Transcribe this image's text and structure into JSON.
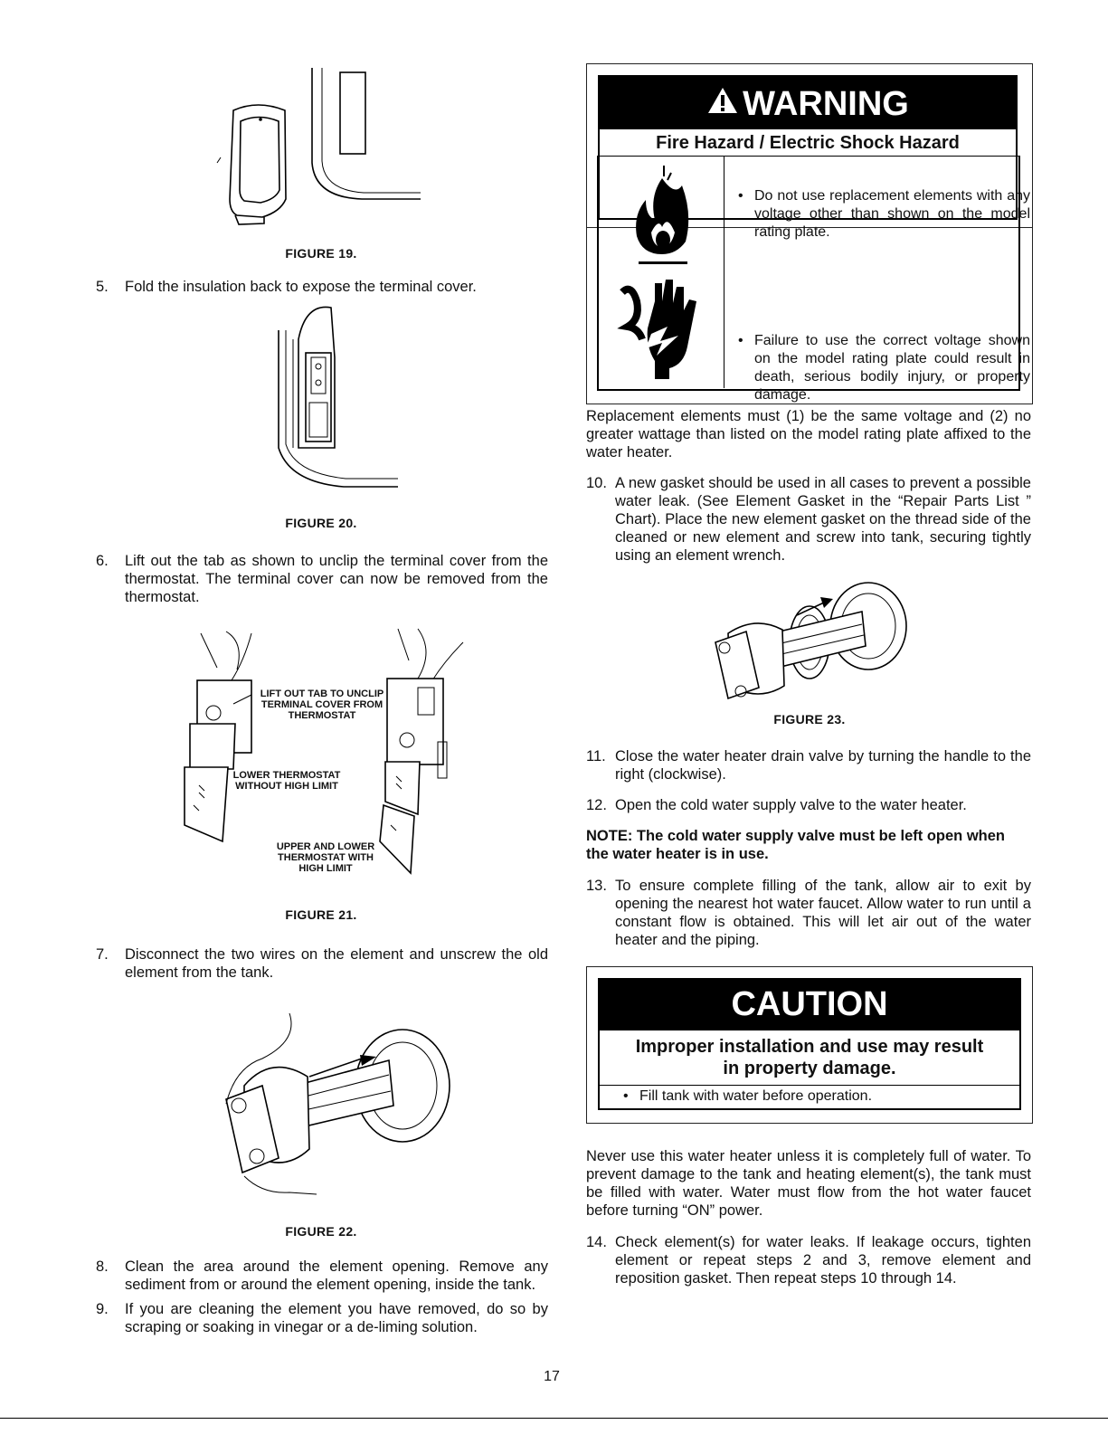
{
  "left": {
    "fig19_caption": "FIGURE 19.",
    "step5_num": "5.",
    "step5_text": "Fold the insulation back to expose the terminal cover.",
    "fig20_caption": "FIGURE 20.",
    "step6_num": "6.",
    "step6_text": "Lift out the tab as shown to unclip the terminal cover from the thermostat. The terminal cover can now be removed from the thermostat.",
    "fig21_label_lift": "LIFT OUT TAB TO UNCLIP TERMINAL COVER FROM THERMOSTAT",
    "fig21_label_lower": "LOWER THERMOSTAT WITHOUT HIGH LIMIT",
    "fig21_label_upper": "UPPER AND LOWER THERMOSTAT WITH HIGH LIMIT",
    "fig21_caption": "FIGURE 21.",
    "step7_num": "7.",
    "step7_text": "Disconnect the two wires on the element and unscrew the old element from the tank.",
    "fig22_caption": "FIGURE 22.",
    "step8_num": "8.",
    "step8_text": "Clean the area around the element opening. Remove any sediment from or around the element opening, inside the tank.",
    "step9_num": "9.",
    "step9_text": "If you are cleaning the element you have removed, do so by scraping or soaking in vinegar or a de-liming solution."
  },
  "warning": {
    "banner": "WARNING",
    "subtitle": "Fire Hazard / Electric Shock Hazard",
    "bullet1": "Do not use replacement elements with any voltage other than shown on the model rating plate.",
    "bullet2": "Failure to use the correct voltage shown on the model rating plate could result in death, serious bodily injury, or property damage."
  },
  "right": {
    "replacement_text": "Replacement elements must (1) be the same voltage and (2) no greater wattage than listed on the model rating plate affixed to the water heater.",
    "step10_num": "10.",
    "step10_text": "A new gasket should be used in all cases to prevent a possible water leak. (See Element Gasket in the “Repair Parts List ” Chart). Place the new element gasket on the thread side of the cleaned or new element and screw into tank, securing tightly using an element wrench.",
    "fig23_caption": "FIGURE 23.",
    "step11_num": "11.",
    "step11_text": "Close the water heater drain valve by turning the handle to the right (clockwise).",
    "step12_num": "12.",
    "step12_text": "Open the cold water supply valve to the water heater.",
    "note": "NOTE: The cold water supply valve must be left open when the water heater is in use.",
    "step13_num": "13.",
    "step13_text": "To ensure complete filling of the tank, allow air to exit by opening the nearest hot water faucet. Allow water to run until a constant flow is obtained. This will let air out of the water heater and the piping.",
    "never_text": "Never use this water heater unless it is completely full of water. To prevent damage to the tank and heating element(s), the tank must be filled with water. Water must flow from the hot water faucet before turning “ON” power.",
    "step14_num": "14.",
    "step14_text": "Check element(s) for water leaks. If leakage occurs, tighten element or repeat steps 2 and 3, remove element and reposition gasket. Then repeat steps 10 through 14."
  },
  "caution": {
    "banner": "CAUTION",
    "subtitle_line1": "Improper installation and use may result",
    "subtitle_line2": "in property damage.",
    "bullet1": "Fill tank with water before operation."
  },
  "page_number": "17"
}
